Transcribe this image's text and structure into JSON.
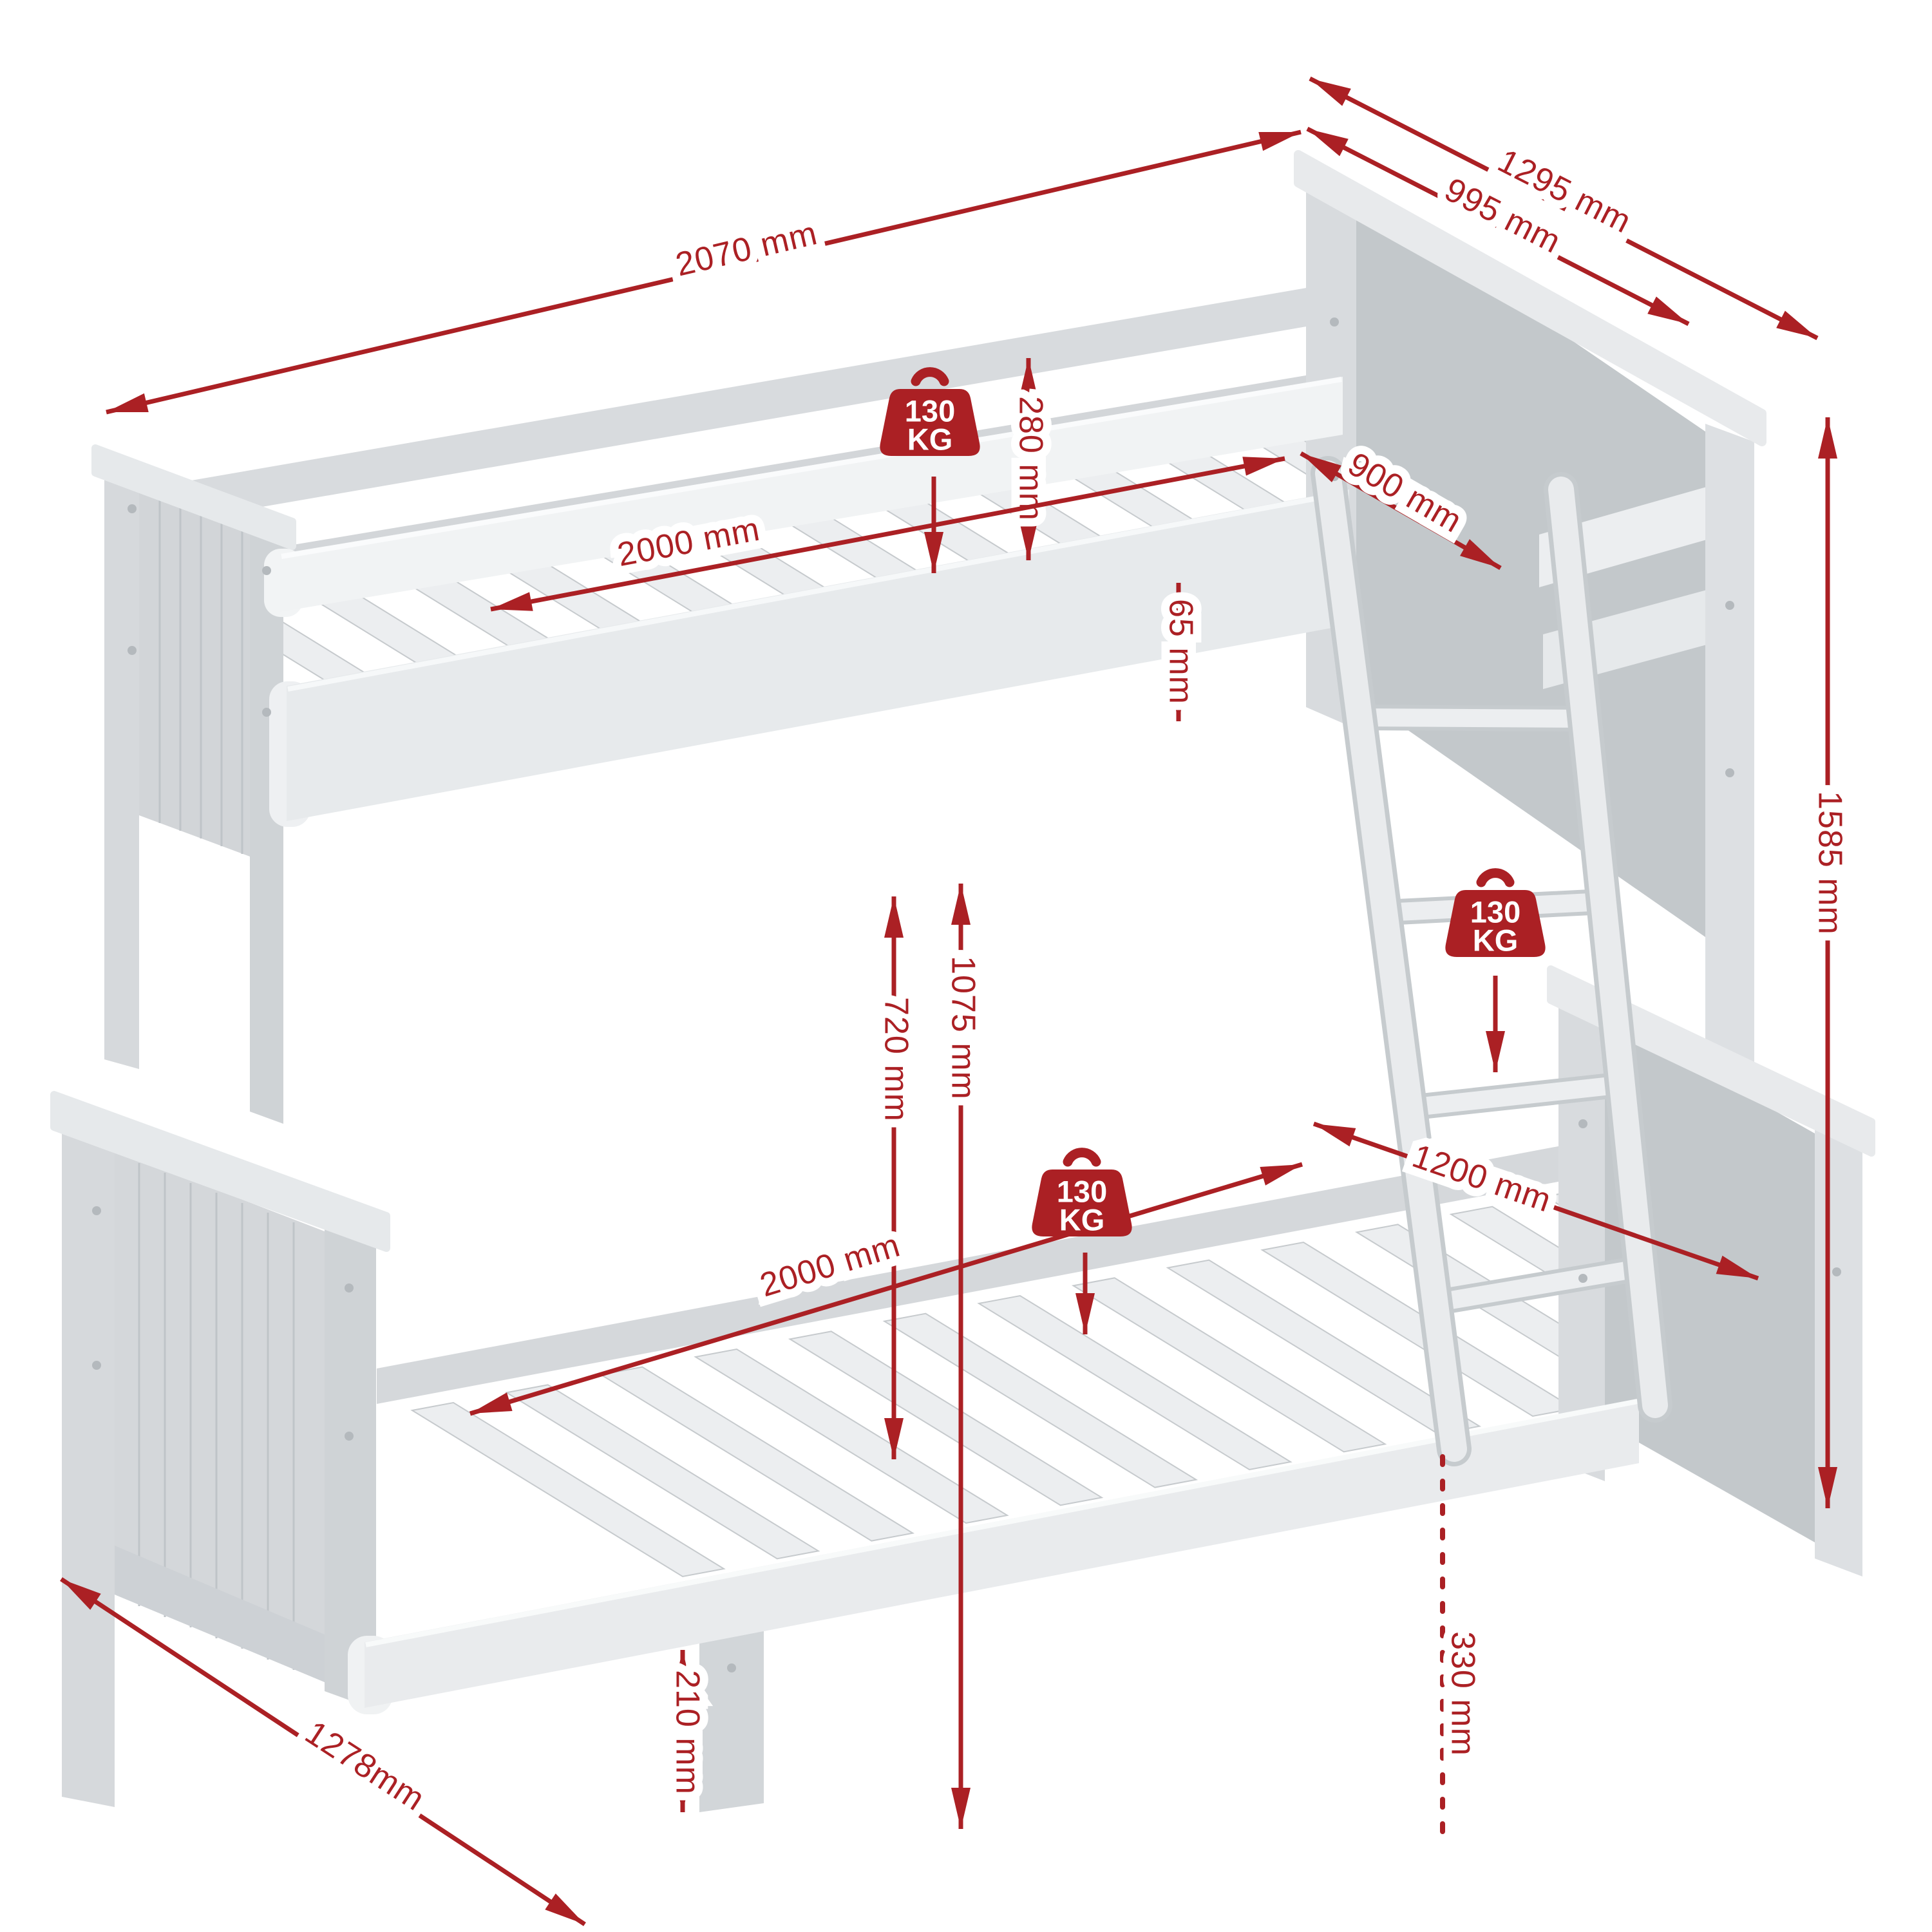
{
  "colors": {
    "annotation_red": "#ab2024",
    "panel_light": "#e9ebed",
    "panel_mid": "#d5d8db",
    "panel_shadow": "#c3c8cb",
    "slat": "#eceef0"
  },
  "weight_badge": {
    "value": "130",
    "unit": "KG"
  },
  "dimensions": {
    "top_length_overall": "2070 mm",
    "top_width_overall": "1295 mm",
    "top_width_frame": "995 mm",
    "guard_rail_height": "280 mm",
    "top_mattress_width": "900 mm",
    "top_bed_length": "2000 mm",
    "rail_lip_height": "65 mm",
    "overall_height": "1585 mm",
    "bunk_clearance": "720 mm",
    "underside_height": "1075 mm",
    "bottom_bed_length": "2000 mm",
    "bottom_mattress_width": "1200 mm",
    "ladder_foot_height": "330 mm",
    "floor_clearance": "210 mm",
    "bottom_width_overall": "1278mm"
  }
}
